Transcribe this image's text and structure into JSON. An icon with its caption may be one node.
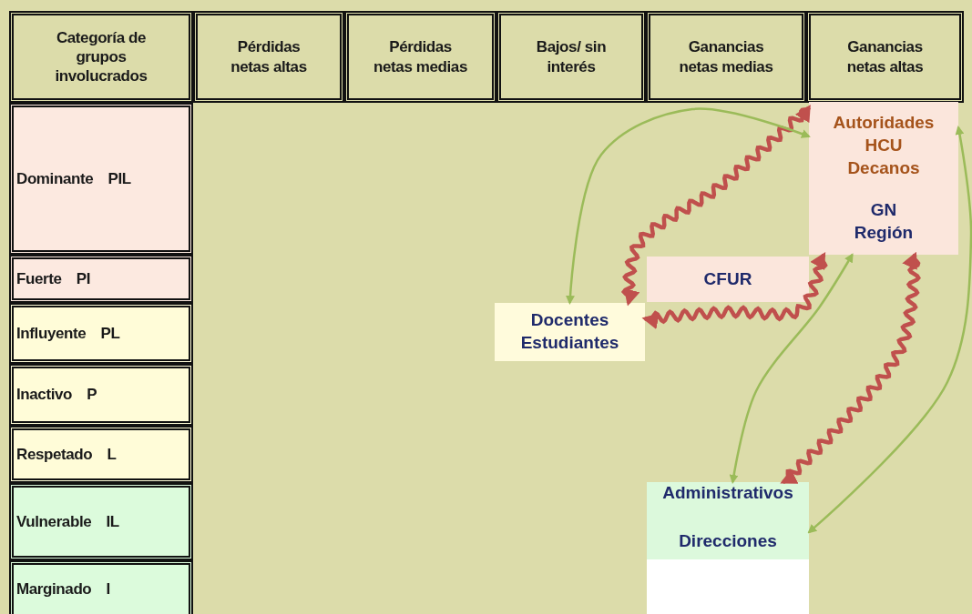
{
  "diagram": {
    "nodes": [
      {
        "text": [
          "Autoridades HCU Decanos",
          "GN Región"
        ]
      },
      {
        "text": [
          "CFUR"
        ]
      },
      {
        "text": [
          "Docentes Estudiantes"
        ]
      },
      {
        "text": [
          "Administrativos",
          "Direcciones"
        ]
      }
    ],
    "edges": [
      {
        "from": 2,
        "to": 0,
        "arrow": "both",
        "style": "thick",
        "color": "#c0504d"
      },
      {
        "from": 2,
        "to": 0,
        "arrow": "both",
        "style": "thick",
        "color": "#c0504d"
      },
      {
        "from": 3,
        "to": 0,
        "arrow": "both",
        "style": "thick",
        "color": "#c0504d"
      },
      {
        "from": 2,
        "to": 0,
        "arrow": "both",
        "color": "#9bbb59"
      },
      {
        "from": 3,
        "to": 0,
        "arrow": "both",
        "color": "#9bbb59"
      },
      {
        "from": 0,
        "to": 3,
        "arrow": "both",
        "color": "#9bbb59"
      }
    ],
    "labels": [
      "Categoría de grupos involucrados",
      "Pérdidas netas altas",
      "Pérdidas netas medias",
      "Bajos/ sin interés",
      "Ganancias netas medias",
      "Ganancias netas altas",
      "Dominante PIL",
      "Fuerte PI",
      "Influyente PL",
      "Inactivo P",
      "Respetado L",
      "Vulnerable IL",
      "Marginado I"
    ]
  }
}
